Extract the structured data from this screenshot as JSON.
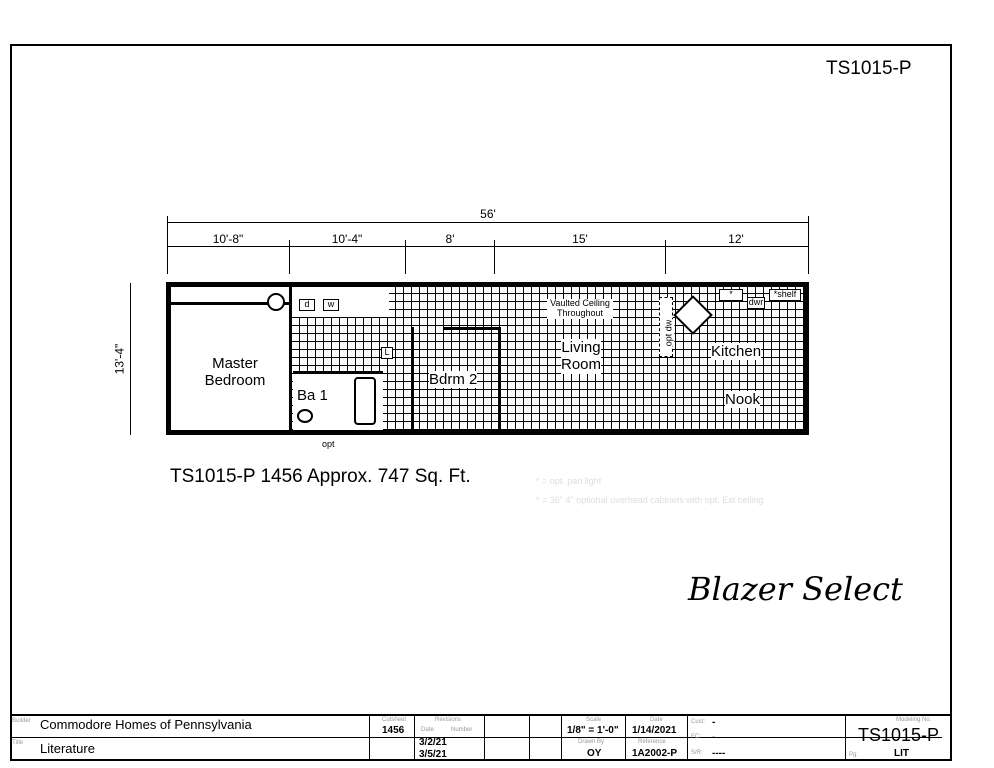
{
  "model_number": "TS1015-P",
  "dimensions": {
    "overall": "56'",
    "segments": [
      "10'-8\"",
      "10'-4\"",
      "8'",
      "15'",
      "12'"
    ],
    "width": "13'-4\""
  },
  "rooms": {
    "master": "Master Bedroom",
    "bath": "Ba 1",
    "bdrm2": "Bdrm 2",
    "living": "Living Room",
    "vaulted": "Vaulted Ceiling Throughout",
    "kitchen": "Kitchen",
    "nook": "Nook"
  },
  "fixtures": {
    "dryer": "d",
    "washer": "w",
    "opt": "opt",
    "optdw": "opt dw",
    "dwr": "dwr",
    "shelf": "*shelf",
    "star": "*",
    "l": "L"
  },
  "caption": "TS1015-P 1456 Approx. 747 Sq. Ft.",
  "notes": [
    "* = opt. pan light",
    "* = 36\" 4\" optional overhead cabinets with opt. Ext ceiling"
  ],
  "series_name": "Blazer Select",
  "title_block": {
    "builder_label": "Builder",
    "builder": "Commodore Homes of Pennsylvania",
    "title_label": "Title",
    "title": "Literature",
    "cutsheet_label": "Cutsheet",
    "cutsheet": "1456",
    "revisions_label": "Revisions",
    "date_label": "Date",
    "number_label": "Number",
    "revision_dates": [
      "3/2/21",
      "3/5/21"
    ],
    "scale_label": "Scale",
    "scale": "1/8\" = 1'-0\"",
    "date2_label": "Date",
    "date": "1/14/2021",
    "drawn_label": "Drawn By",
    "drawn_by": "OY",
    "reference_label": "Reference",
    "reference": "1A2002-P",
    "cust_label": "Cust:",
    "cust": "-",
    "fc_label": "FC:",
    "fc": "-",
    "sr_label": "S/R:",
    "sr": "----",
    "model_label": "Modeling No.",
    "model": "TS1015-P",
    "pg_label": "Pg:",
    "pg": "LIT"
  }
}
